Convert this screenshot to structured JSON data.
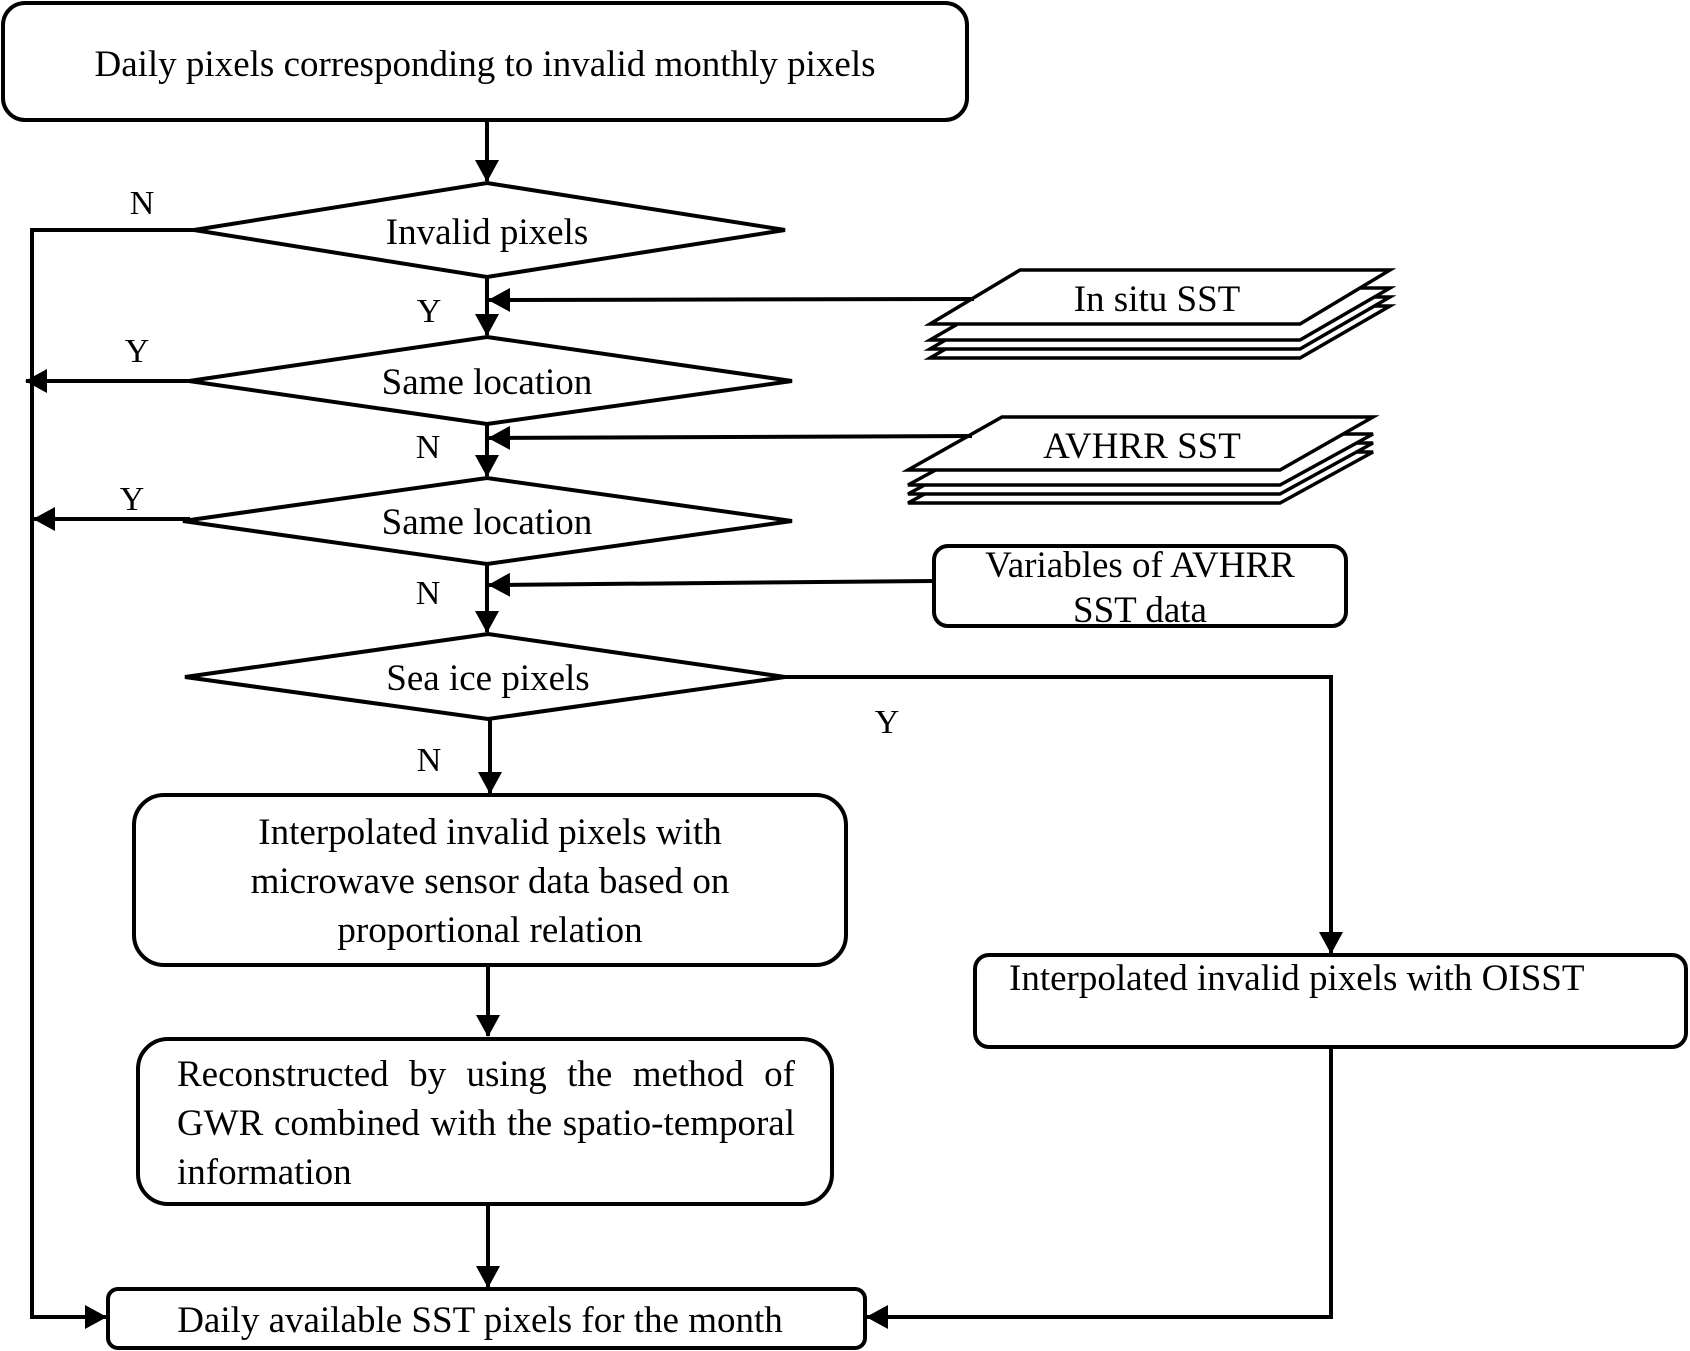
{
  "diagram": {
    "start": "Daily pixels corresponding to invalid monthly pixels",
    "decisions": {
      "invalid_pixels": "Invalid pixels",
      "same_location_1": "Same location",
      "same_location_2": "Same location",
      "sea_ice": "Sea ice pixels"
    },
    "inputs": {
      "in_situ": "In situ SST",
      "avhrr": "AVHRR SST",
      "variables_line1": "Variables of AVHRR",
      "variables_line2": "SST data"
    },
    "processes": {
      "microwave": "Interpolated invalid pixels with microwave sensor data based on proportional relation",
      "gwr": "Reconstructed by using the method of GWR combined with the spatio-temporal information",
      "oisst": "Interpolated invalid pixels with OISST"
    },
    "end": "Daily available SST pixels for the month",
    "labels": {
      "invalid_no": "N",
      "invalid_yes": "Y",
      "same1_yes": "Y",
      "same1_no": "N",
      "same2_yes": "Y",
      "same2_no": "N",
      "seaice_yes": "Y",
      "seaice_no": "N"
    }
  }
}
